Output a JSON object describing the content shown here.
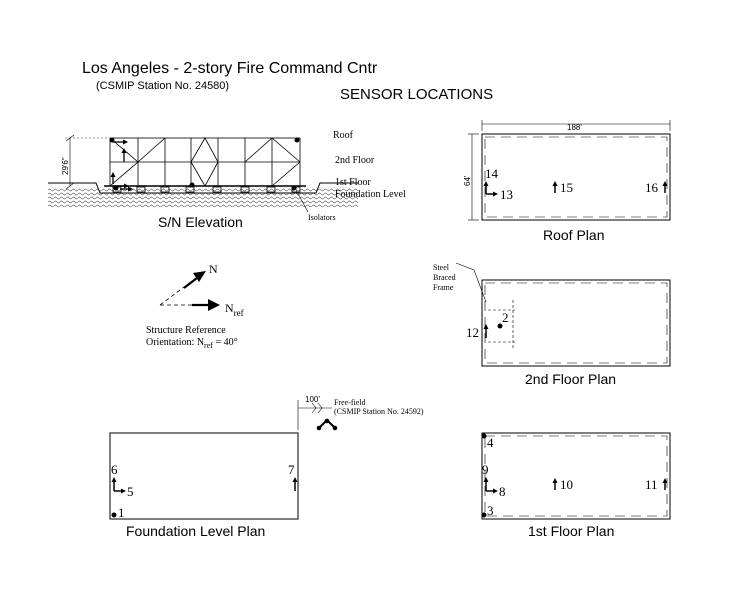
{
  "header": {
    "title": "Los Angeles - 2-story Fire Command Cntr",
    "station": "(CSMIP Station No. 24580)",
    "section": "SENSOR LOCATIONS"
  },
  "elevation": {
    "caption": "S/N Elevation",
    "height_dim": "29'6\"",
    "levels": {
      "roof": "Roof",
      "second": "2nd Floor",
      "first": "1st Floor",
      "foundation": "Foundation Level"
    },
    "isolators": "Isolators"
  },
  "orientation": {
    "north": "N",
    "nref_base": "N",
    "nref_sub": "ref",
    "line1": "Structure Reference",
    "line2_prefix": "Orientation: N",
    "line2_sub": "ref",
    "line2_suffix": " = 40°"
  },
  "roof_plan": {
    "caption": "Roof Plan",
    "width_dim": "188'",
    "depth_dim": "64'",
    "sensors": {
      "s14": "14",
      "s13": "13",
      "s15": "15",
      "s16": "16"
    }
  },
  "second_plan": {
    "caption": "2nd Floor Plan",
    "frame_line1": "Steel",
    "frame_line2": "Braced",
    "frame_line3": "Frame",
    "sensors": {
      "s12": "12",
      "s2": "2"
    }
  },
  "foundation_plan": {
    "caption": "Foundation Level Plan",
    "sensors": {
      "s6": "6",
      "s5": "5",
      "s1": "1",
      "s7": "7"
    }
  },
  "first_plan": {
    "caption": "1st Floor Plan",
    "sensors": {
      "s4": "4",
      "s9": "9",
      "s8": "8",
      "s3": "3",
      "s10": "10",
      "s11": "11"
    }
  },
  "free_field": {
    "distance": "100'",
    "line1": "Free-field",
    "line2": "(CSMIP Station No. 24592)"
  }
}
